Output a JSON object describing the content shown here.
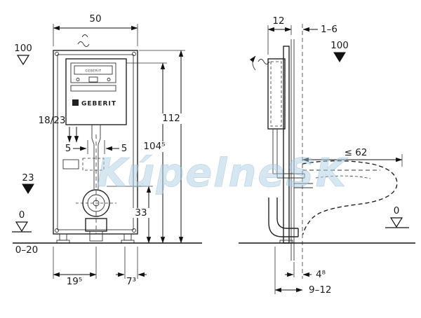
{
  "watermark": "KúpelneSK",
  "brand": {
    "panel": "GEBERIT",
    "logo": "GEBERIT"
  },
  "front": {
    "dim_width": "50",
    "level_100": "100",
    "dim_112": "112",
    "dim_104_5": "104⁵",
    "dim_18_23": "18/23",
    "dim_5_left": "5",
    "dim_5_right": "5",
    "dim_23": "23",
    "dim_33": "33",
    "level_0": "0",
    "dim_0_20": "0–20",
    "dim_19_5": "19⁵",
    "dim_7_3": "7³"
  },
  "side": {
    "dim_12": "12",
    "dim_1_6": "1–6",
    "level_100": "100",
    "dim_62": "≤ 62",
    "level_0": "0",
    "dim_4_8": "4⁸",
    "dim_9_12": "9–12"
  }
}
